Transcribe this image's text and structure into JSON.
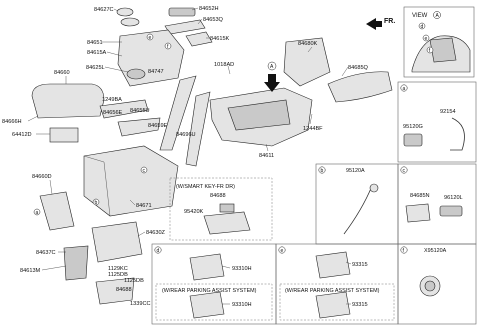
{
  "fr_label": "FR.",
  "view_label": "VIEW",
  "view_letter": "A",
  "callouts": {
    "a": "a",
    "b": "b",
    "c": "c",
    "d": "d",
    "e": "e",
    "f": "f",
    "A": "A"
  },
  "main_labels": {
    "l84627C": "84627C",
    "l84652H": "84652H",
    "l84653Q": "84653Q",
    "l84651": "84651",
    "l84615K": "84615K",
    "l84615A": "84615A",
    "l84747": "84747",
    "l84625L": "84625L",
    "l84660": "84660",
    "l1249BA": "1249BA",
    "l84655U": "84655U",
    "l84656E": "84656E",
    "l84659E": "84659E",
    "l1018AD": "1018AD",
    "l84680K": "84680K",
    "l84685Q": "84685Q",
    "l84666H": "84666H",
    "l64412D": "64412D",
    "l84696U": "84696U",
    "l1244BF": "1244BF",
    "l84611": "84611",
    "l84660D": "84660D",
    "l84671": "84671",
    "l84630Z": "84630Z",
    "l84637C": "84637C",
    "l84613M": "84613M",
    "l1129KC": "1129KC",
    "l1125DB": "1125DB",
    "l84688a": "84688",
    "l1339CC": "1339CC"
  },
  "smart_key_box": {
    "title": "(W/SMART KEY-FR DR)",
    "label1": "84688",
    "label2": "95420K"
  },
  "section_a": {
    "letter": "a",
    "labels": {
      "l92154": "92154",
      "l95120G": "95120G"
    }
  },
  "section_b": {
    "letter": "b",
    "title": "95120A"
  },
  "section_c": {
    "letter": "c",
    "labels": {
      "l84685N": "84685N",
      "l96120L": "96120L"
    }
  },
  "section_d": {
    "letter": "d",
    "label_top": "93310H",
    "sub_title": "(W/REAR PARKING ASSIST SYSTEM)",
    "label_bottom": "93310H"
  },
  "section_e": {
    "letter": "e",
    "label_top": "93315",
    "sub_title": "(W/REAR PARKING ASSIST SYSTEM)",
    "label_bottom": "93315"
  },
  "section_f": {
    "letter": "f",
    "title": "X95120A"
  }
}
